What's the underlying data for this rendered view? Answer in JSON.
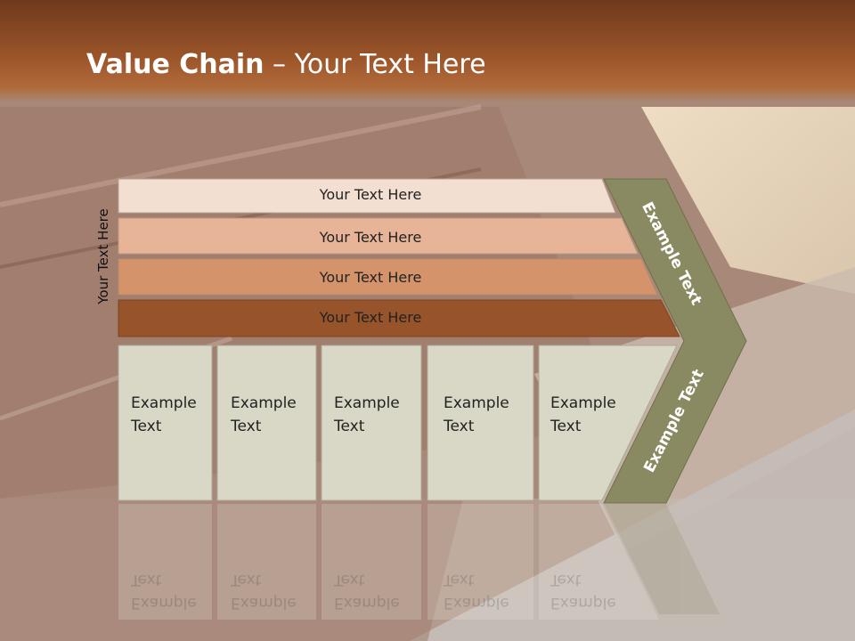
{
  "slide": {
    "title_bold": "Value Chain",
    "title_rest": " – Your Text Here",
    "side_label": "Your Text Here",
    "bars": [
      {
        "label": "Your Text Here",
        "color": "#f3dfd2"
      },
      {
        "label": "Your Text Here",
        "color": "#e7b497"
      },
      {
        "label": "Your Text Here",
        "color": "#d4936a"
      },
      {
        "label": "Your Text Here",
        "color": "#97532a"
      }
    ],
    "cells": [
      {
        "line1": "Example",
        "line2": "Text"
      },
      {
        "line1": "Example",
        "line2": "Text"
      },
      {
        "line1": "Example",
        "line2": "Text"
      },
      {
        "line1": "Example",
        "line2": "Text"
      },
      {
        "line1": "Example",
        "line2": "Text"
      }
    ],
    "chevron_top_label": "Example Text",
    "chevron_bottom_label": "Example Text",
    "colors": {
      "chevron": "#8a8a62",
      "cell": "#d9d8c6",
      "title_bar": "#9a5429"
    }
  }
}
